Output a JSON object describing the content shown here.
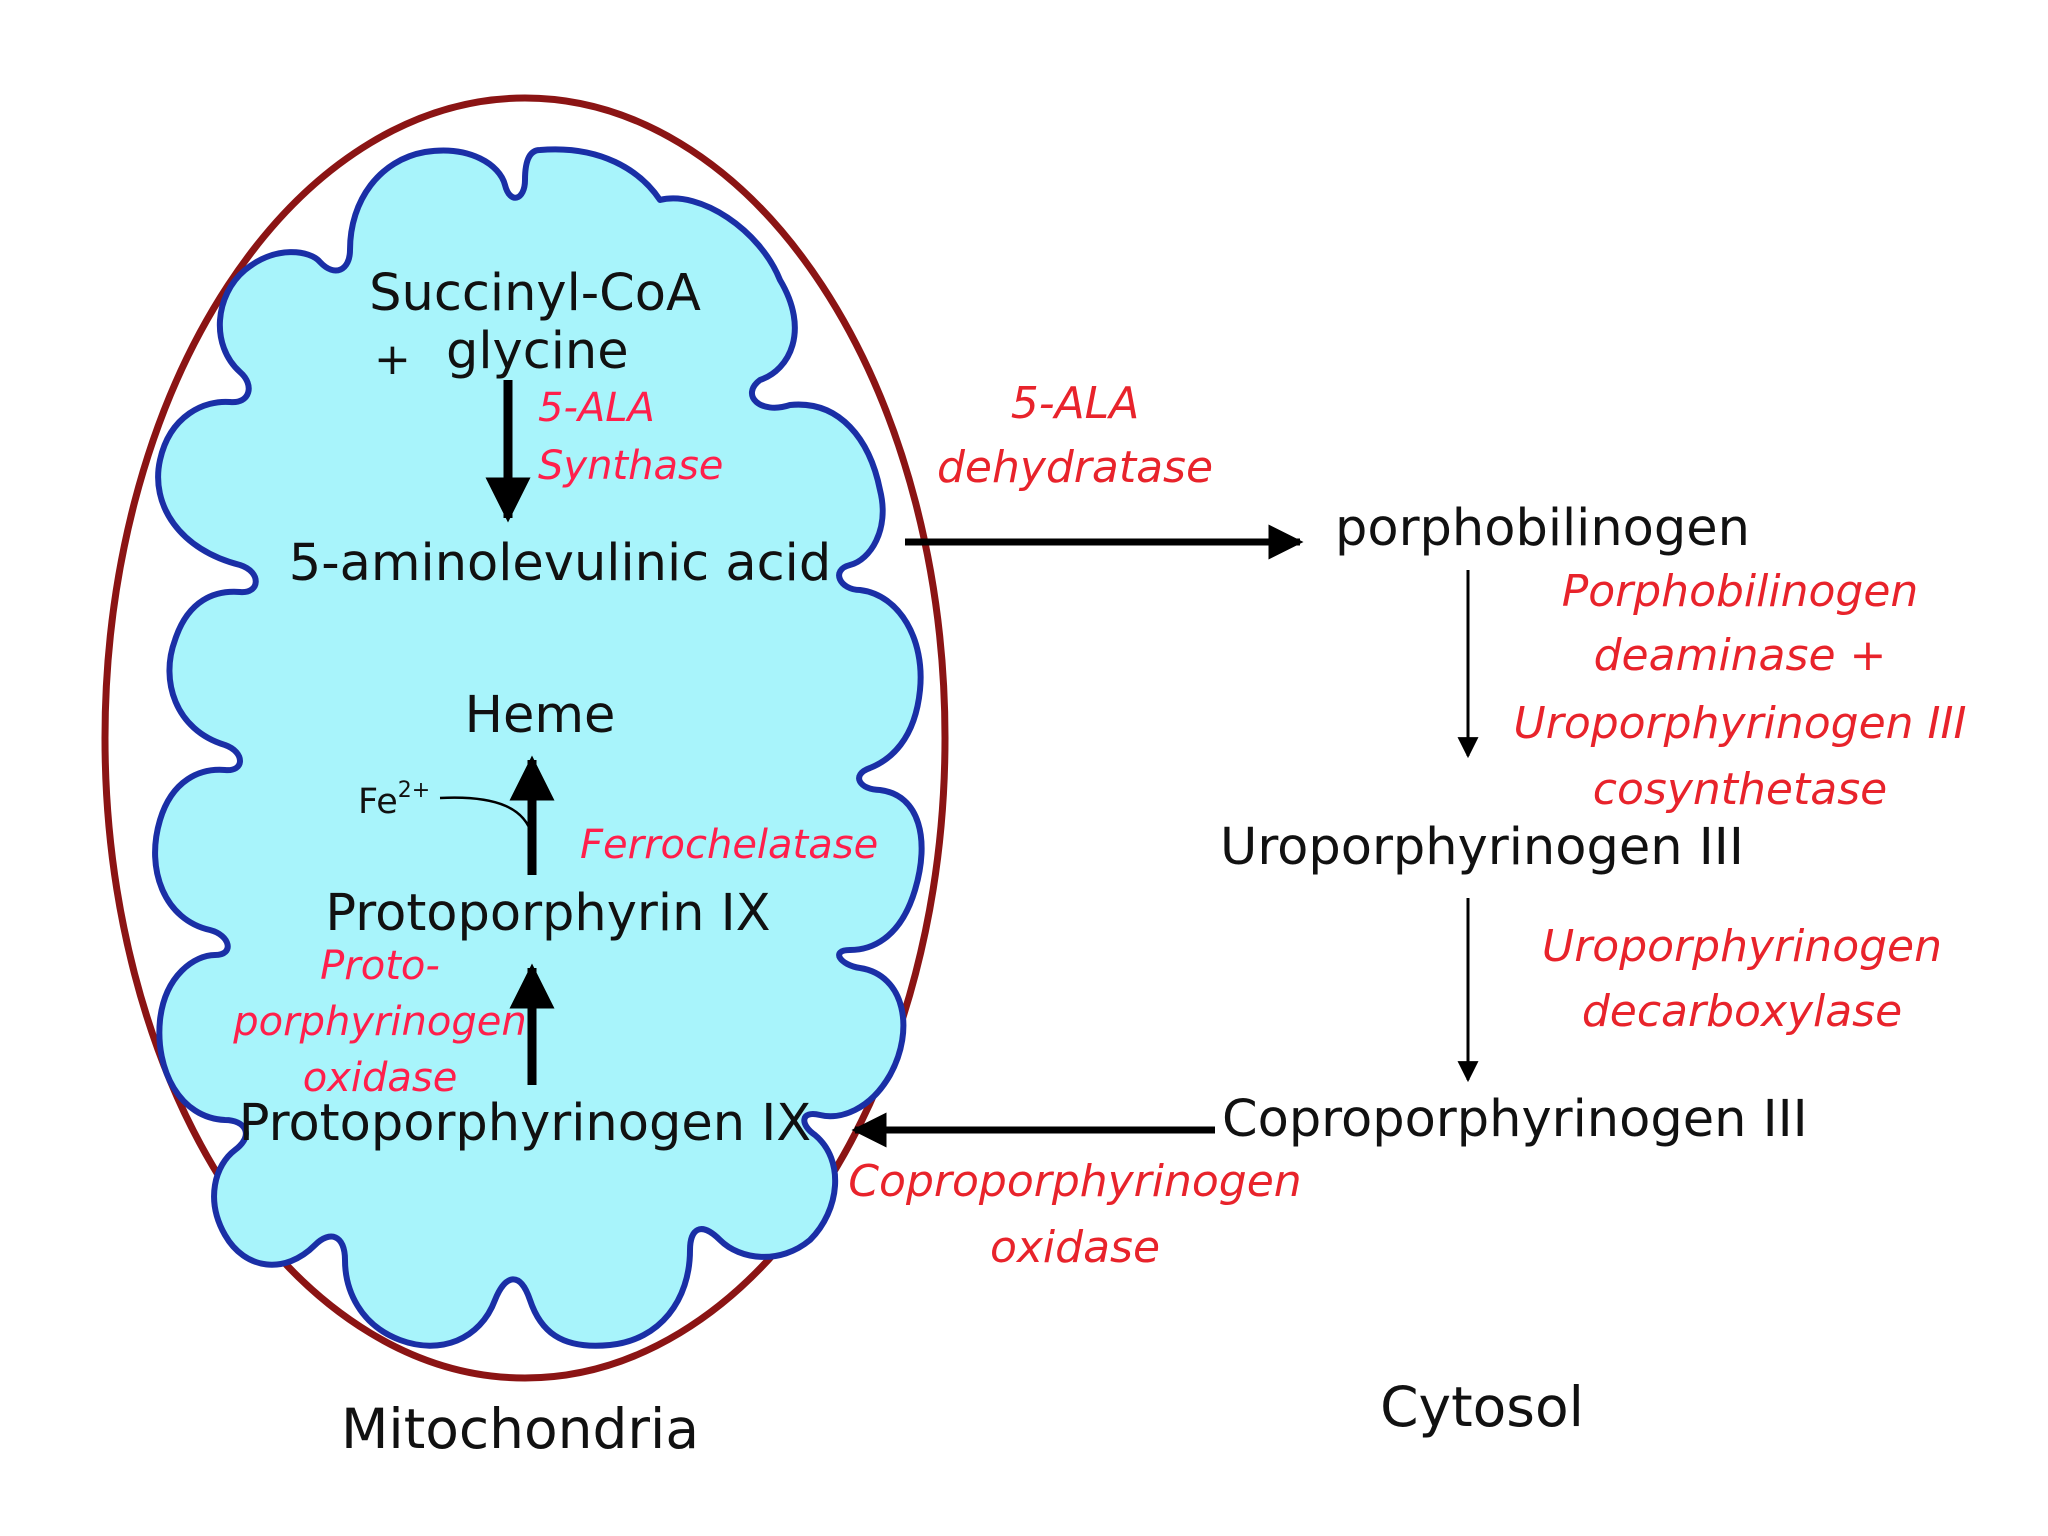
{
  "regions": {
    "mitochondria": "Mitochondria",
    "cytosol": "Cytosol"
  },
  "compounds": {
    "succinyl_coa": "Succinyl-CoA",
    "plus": "+",
    "glycine": "glycine",
    "ala": "5-aminolevulinic acid",
    "heme": "Heme",
    "protoporphyrin": "Protoporphyrin IX",
    "protoporphyrinogen": "Protoporphyrinogen IX",
    "porphobilinogen": "porphobilinogen",
    "uroporphyrinogen": "Uroporphyrinogen III",
    "coproporphyrinogen": "Coproporphyrinogen III",
    "iron": "Fe",
    "iron_charge": "2+"
  },
  "enzymes": {
    "ala_synthase": [
      "5-ALA",
      "Synthase"
    ],
    "ala_dehydratase": [
      "5-ALA",
      "dehydratase"
    ],
    "pbg_deaminase": [
      "Porphobilinogen",
      "deaminase +",
      "Uroporphyrinogen III",
      "cosynthetase"
    ],
    "uro_decarboxylase": [
      "Uroporphyrinogen",
      "decarboxylase"
    ],
    "copro_oxidase": [
      "Coproporphyrinogen",
      "oxidase"
    ],
    "ferrochelatase": "Ferrochelatase",
    "proto_oxidase": [
      "Proto-",
      "porphyrinogen",
      "oxidase"
    ]
  },
  "colors": {
    "outer_membrane": "#8b1414",
    "inner_membrane": "#1a2fa6",
    "matrix_fill": "#a8f4fb",
    "enzyme_text": "#e8232b",
    "enzyme_text_pink": "#ff1f4b",
    "arrow": "#000000"
  }
}
